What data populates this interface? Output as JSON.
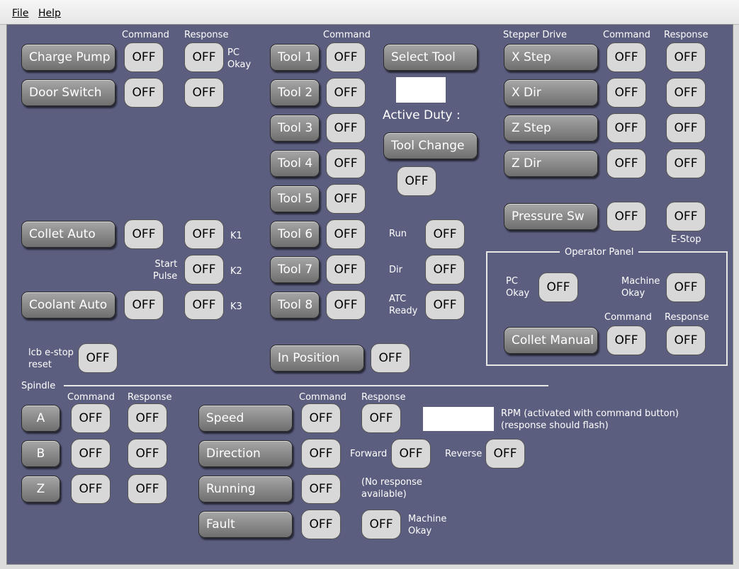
{
  "menu": {
    "file": "File",
    "help": "Help"
  },
  "labels": {
    "command": "Command",
    "response": "Response",
    "pc_okay": "PC\nOkay",
    "machine_okay": "Machine\nOkay",
    "k1": "K1",
    "k2": "K2",
    "k3": "K3",
    "start_pulse": "Start\nPulse",
    "lcb_estop_reset": "lcb e-stop\nreset",
    "active_duty": "Active Duty :",
    "run": "Run",
    "dir": "Dir",
    "atc_ready": "ATC\nReady",
    "stepper_drive": "Stepper Drive",
    "e_stop": "E-Stop",
    "operator_panel": "Operator Panel",
    "spindle": "Spindle",
    "forward": "Forward",
    "reverse": "Reverse",
    "no_response": "(No response\navailable)",
    "rpm_note": "RPM (activated with command button)\n(response should flash)"
  },
  "buttons": {
    "charge_pump": "Charge Pump",
    "door_switch": "Door Switch",
    "collet_auto": "Collet Auto",
    "coolant_auto": "Coolant Auto",
    "tool1": "Tool 1",
    "tool2": "Tool 2",
    "tool3": "Tool 3",
    "tool4": "Tool 4",
    "tool5": "Tool 5",
    "tool6": "Tool 6",
    "tool7": "Tool 7",
    "tool8": "Tool 8",
    "select_tool": "Select Tool",
    "tool_change": "Tool Change",
    "in_position": "In Position",
    "x_step": "X Step",
    "x_dir": "X Dir",
    "z_step": "Z Step",
    "z_dir": "Z Dir",
    "pressure_sw": "Pressure Sw",
    "collet_manual": "Collet Manual",
    "spindle_a": "A",
    "spindle_b": "B",
    "spindle_z": "Z",
    "speed": "Speed",
    "direction": "Direction",
    "running": "Running",
    "fault": "Fault"
  },
  "state": {
    "off": "OFF"
  }
}
